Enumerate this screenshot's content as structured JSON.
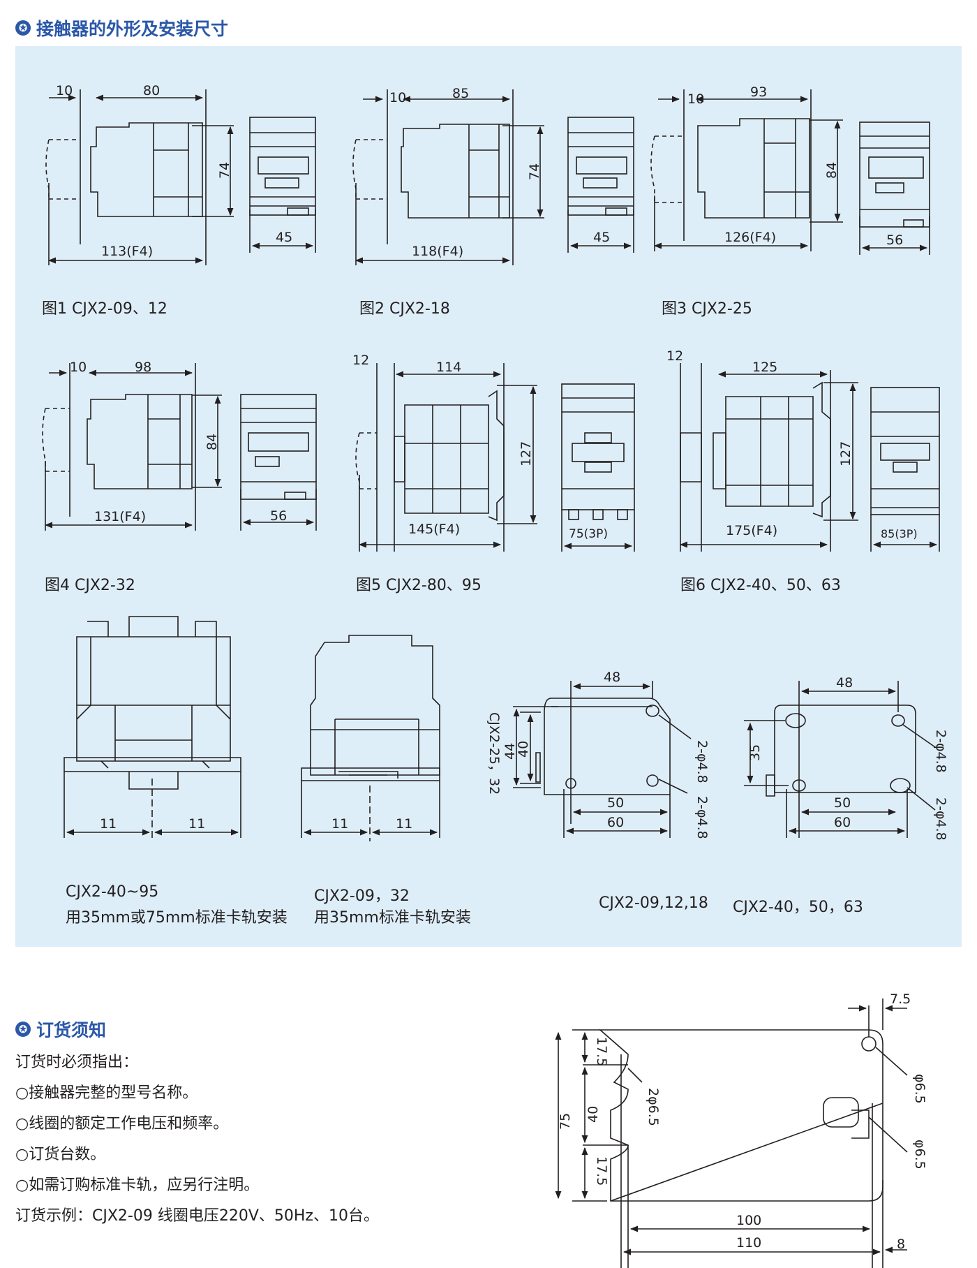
{
  "section1": {
    "title": "接触器的外形及安装尺寸"
  },
  "fig1": {
    "caption": "图1 CJX2-09、12",
    "d10": "10",
    "d80": "80",
    "d74": "74",
    "d113": "113(F4)",
    "d45": "45"
  },
  "fig2": {
    "caption": "图2 CJX2-18",
    "d10": "10",
    "d85": "85",
    "d74": "74",
    "d118": "118(F4)",
    "d45": "45"
  },
  "fig3": {
    "caption": "图3 CJX2-25",
    "d10": "10",
    "d93": "93",
    "d84": "84",
    "d126": "126(F4)",
    "d56": "56"
  },
  "fig4": {
    "caption": "图4 CJX2-32",
    "d10": "10",
    "d98": "98",
    "d84": "84",
    "d131": "131(F4)",
    "d56": "56"
  },
  "fig5": {
    "caption": "图5  CJX2-80、95",
    "d12": "12",
    "d114": "114",
    "d127": "127",
    "d145": "145(F4)",
    "d75": "75(3P)"
  },
  "fig6": {
    "caption": "图6  CJX2-40、50、63",
    "d12": "12",
    "d125": "125",
    "d127": "127",
    "d175": "175(F4)",
    "d85": "85(3P)"
  },
  "rail1": {
    "line1": "CJX2-40~95",
    "line2": "用35mm或75mm标准卡轨安装",
    "d11a": "11",
    "d11b": "11"
  },
  "rail2": {
    "line1": "CJX2-09，32",
    "line2": "用35mm标准卡轨安装",
    "d11a": "11",
    "d11b": "11"
  },
  "mount1": {
    "caption": "CJX2-09,12,18",
    "d48": "48",
    "d40": "40",
    "d44": "44",
    "side": "CJX2-25，32",
    "d50": "50",
    "d60": "60",
    "hole1": "2-φ4.8",
    "hole2": "2-φ4.8"
  },
  "mount2": {
    "caption": "CJX2-40，50，63",
    "d48": "48",
    "d35": "35",
    "d50": "50",
    "d60": "60",
    "hole1": "2-φ4.8",
    "hole2": "2-φ4.8"
  },
  "section2": {
    "title": "订货须知"
  },
  "order": {
    "lines": [
      "订货时必须指出：",
      "○接触器完整的型号名称。",
      "○线圈的额定工作电压和频率。",
      "○订货台数。",
      "○如需订购标准卡轨，应另行注明。",
      "订货示例：CJX2-09  线圈电压220V、50Hz、10台。"
    ]
  },
  "bracket": {
    "d7_5": "7.5",
    "d17_5a": "17.5",
    "d75": "75",
    "d40": "40",
    "d17_5b": "17.5",
    "d2phi": "2φ6.5",
    "phi1": "φ6.5",
    "phi2": "φ6.5",
    "d100": "100",
    "d110": "110",
    "d8": "8"
  },
  "colors": {
    "accent": "#2a57a8",
    "panel": "#deeef8",
    "line": "#231f20"
  }
}
